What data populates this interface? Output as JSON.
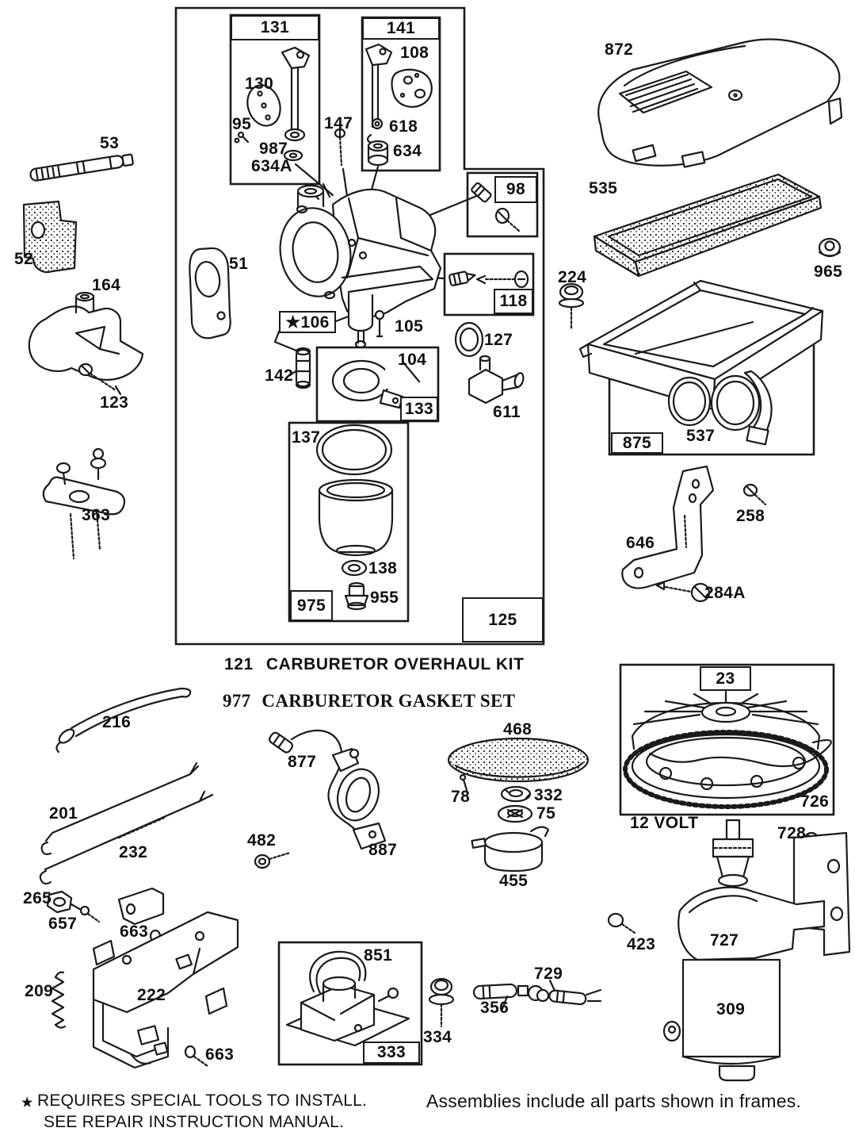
{
  "colors": {
    "ink": "#1a1a1a",
    "paper": "#ffffff"
  },
  "captions": {
    "kit_num": "121",
    "kit_text": "CARBURETOR OVERHAUL KIT",
    "gasket_num": "977",
    "gasket_text": "CARBURETOR GASKET SET",
    "volt_label": "12 VOLT",
    "footnote_star": "★",
    "footnote_line1": "REQUIRES SPECIAL TOOLS TO INSTALL.",
    "footnote_line2": "SEE REPAIR INSTRUCTION MANUAL.",
    "assemblies_note": "Assemblies include all parts shown in frames."
  },
  "parts": {
    "p23": "23",
    "p51": "51",
    "p52": "52",
    "p53": "53",
    "p75": "75",
    "p78": "78",
    "p95": "95",
    "p98": "98",
    "p104": "104",
    "p105": "105",
    "p106": "★106",
    "p108": "108",
    "p118": "118",
    "p123": "123",
    "p125": "125",
    "p127": "127",
    "p130": "130",
    "p131": "131",
    "p133": "133",
    "p137": "137",
    "p138": "138",
    "p141": "141",
    "p142": "142",
    "p147": "147",
    "p164": "164",
    "p201": "201",
    "p209": "209",
    "p216": "216",
    "p222": "222",
    "p224": "224",
    "p232": "232",
    "p258": "258",
    "p265": "265",
    "p284A": "284A",
    "p309": "309",
    "p332": "332",
    "p333": "333",
    "p334": "334",
    "p356": "356",
    "p363": "363",
    "p423": "423",
    "p455": "455",
    "p468": "468",
    "p482": "482",
    "p535": "535",
    "p537": "537",
    "p611": "611",
    "p618": "618",
    "p634": "634",
    "p634A": "634A",
    "p646": "646",
    "p657": "657",
    "p663a": "663",
    "p663b": "663",
    "p726": "726",
    "p727": "727",
    "p728": "728",
    "p729": "729",
    "p851": "851",
    "p872": "872",
    "p875": "875",
    "p877": "877",
    "p887": "887",
    "p955": "955",
    "p965": "965",
    "p975": "975",
    "p987": "987"
  }
}
